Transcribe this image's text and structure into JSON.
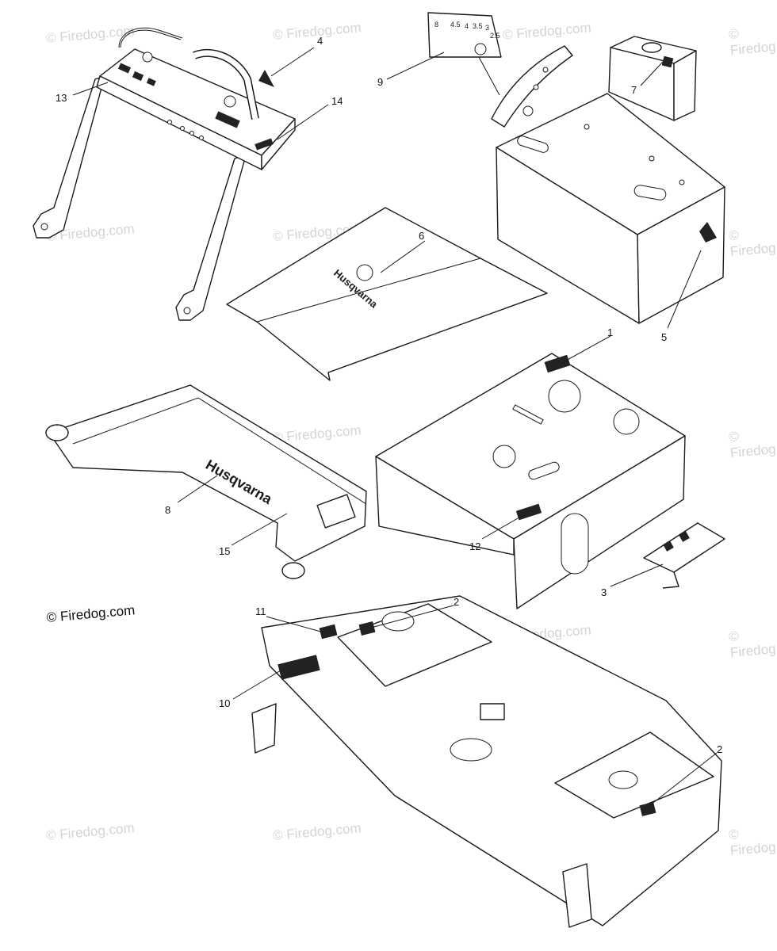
{
  "watermark": "© Firedog.com",
  "copyright": "© Firedog.com",
  "brand_text": "Husqvarna",
  "colors": {
    "line": "#1a1a1a",
    "watermark": "#d6d6d6",
    "background": "#ffffff"
  },
  "gauge_numbers": [
    "8",
    "4.5",
    "4",
    "3.5",
    "3",
    "2.5"
  ],
  "callouts": {
    "c1": "1",
    "c2a": "2",
    "c2b": "2",
    "c3": "3",
    "c4": "4",
    "c5": "5",
    "c6": "6",
    "c7": "7",
    "c8": "8",
    "c9": "9",
    "c10": "10",
    "c11": "11",
    "c12": "12",
    "c13": "13",
    "c14": "14",
    "c15": "15"
  }
}
